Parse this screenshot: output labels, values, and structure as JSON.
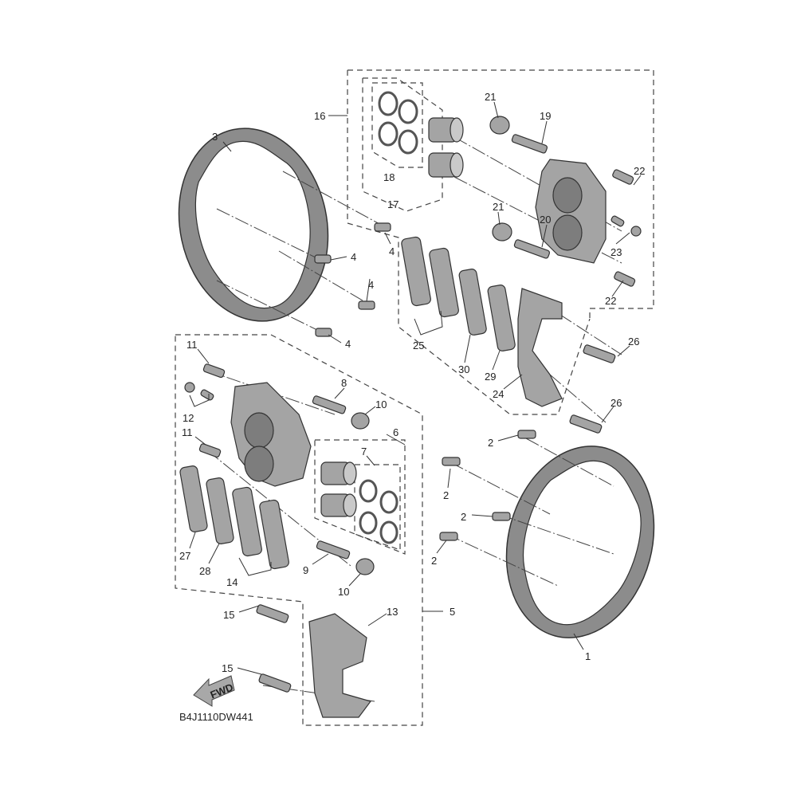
{
  "diagram_code": "B4J1110DW441",
  "fwd_arrow_text": "FWD",
  "labels": [
    "3",
    "16",
    "21",
    "19",
    "22",
    "18",
    "17",
    "21",
    "20",
    "23",
    "22",
    "4",
    "4",
    "4",
    "4",
    "25",
    "30",
    "29",
    "26",
    "24",
    "26",
    "11",
    "8",
    "10",
    "12",
    "6",
    "11",
    "2",
    "7",
    "2",
    "2",
    "2",
    "27",
    "28",
    "9",
    "14",
    "10",
    "15",
    "13",
    "5",
    "1",
    "15"
  ]
}
